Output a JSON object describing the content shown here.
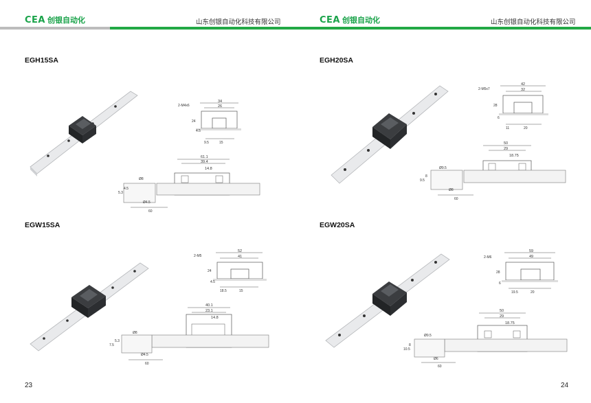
{
  "header": {
    "logo_mark": "CEA",
    "logo_cn": "创银自动化",
    "company": "山东创银自动化科技有限公司"
  },
  "sections": [
    {
      "model": "EGH15SA",
      "top": {
        "hole": "2-M4x6",
        "width": "34",
        "pitch": "26",
        "h": "24",
        "h2": "4.5",
        "b1": "9.5",
        "b2": "15"
      },
      "side": {
        "l": "61.1",
        "l1": "39.4",
        "p": "14.8",
        "rail_w": "5.3",
        "rail_h": "4.5",
        "hole": "Ø4.5",
        "d": "Ø8",
        "pitch": "60"
      }
    },
    {
      "model": "EGH20SA",
      "top": {
        "hole": "2-M5x7",
        "width": "42",
        "pitch": "32",
        "h": "28",
        "h2": "6",
        "b1": "11",
        "b2": "20"
      },
      "side": {
        "l": "50",
        "l1": "29",
        "p": "18.75",
        "rail_w": "9.5",
        "rail_h": "8",
        "hole": "Ø9.5",
        "d": "Ø8",
        "pitch": "60"
      }
    },
    {
      "model": "EGW15SA",
      "top": {
        "hole": "2-M5",
        "width": "52",
        "pitch": "41",
        "h": "24",
        "h2": "4.5",
        "b1": "18.5",
        "b2": "15"
      },
      "side": {
        "l": "40.1",
        "l1": "23.1",
        "p": "14.8",
        "rail_w": "7.5",
        "rail_h": "5.3",
        "hole": "Ø4.5",
        "d": "Ø8",
        "pitch": "60"
      }
    },
    {
      "model": "EGW20SA",
      "top": {
        "hole": "2-M6",
        "width": "59",
        "pitch": "49",
        "h": "28",
        "h2": "6",
        "b1": "19.5",
        "b2": "20"
      },
      "side": {
        "l": "50",
        "l1": "29",
        "p": "18.75",
        "rail_w": "10.5",
        "rail_h": "8",
        "hole": "Ø9.5",
        "d": "Ø6",
        "pitch": "60"
      }
    }
  ],
  "pages": {
    "left": "23",
    "right": "24"
  }
}
